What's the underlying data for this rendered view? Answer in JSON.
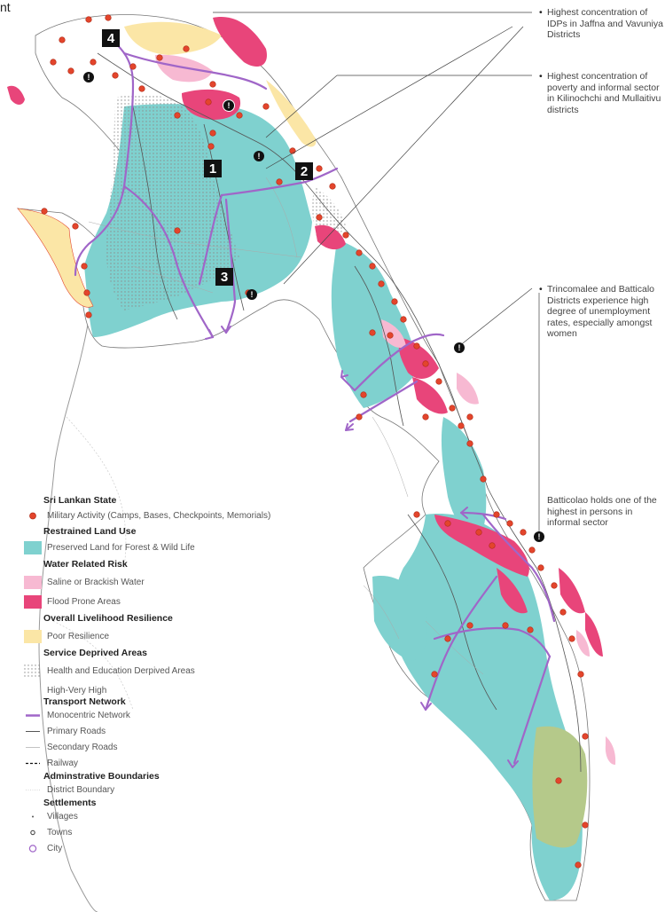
{
  "page": {
    "corner_fragment": "nt"
  },
  "annotations": [
    {
      "id": "idp",
      "lines": [
        "Highest concentration of",
        "IDPs in Jaffna and Vavuniya",
        "Districts"
      ]
    },
    {
      "id": "poverty",
      "lines": [
        "Highest concentration of",
        "poverty and informal sector",
        "in Kilinochchi and Mullaitivu",
        "districts"
      ]
    },
    {
      "id": "unemployment",
      "lines": [
        "Trincomalee and Batticalo",
        "Districts experience high",
        "degree of unemployment",
        "rates, especially amongst",
        "women"
      ]
    },
    {
      "id": "informal",
      "lines": [
        "Batticolao holds one of the",
        "highest in persons in",
        "informal sector"
      ]
    }
  ],
  "markers": [
    "1",
    "2",
    "3",
    "4"
  ],
  "alert_icon_glyph": "!",
  "legend": {
    "sections": [
      {
        "heading": "Sri Lankan State",
        "items": [
          {
            "label": "Military Activity (Camps, Bases, Checkpoints, Memorials)",
            "symbol": "military-dot",
            "color": "#e3452c"
          }
        ]
      },
      {
        "heading": "Restrained Land Use",
        "items": [
          {
            "label": "Preserved Land for Forest & Wild Life",
            "symbol": "fill",
            "color": "#7fd1cf"
          }
        ]
      },
      {
        "heading": "Water Related Risk",
        "items": [
          {
            "label": "Saline or Brackish Water",
            "symbol": "fill",
            "color": "#f7b9d2"
          },
          {
            "label": "Flood Prone Areas",
            "symbol": "fill",
            "color": "#e8457a"
          }
        ]
      },
      {
        "heading": "Overall Livelihood Resilience",
        "items": [
          {
            "label": "Poor Resilience",
            "symbol": "fill",
            "color": "#fbe6a6"
          }
        ]
      },
      {
        "heading": "Service Deprived Areas",
        "items": [
          {
            "label": "Health and Education Derpived Areas",
            "symbol": "dots",
            "color": "#9a9a9a"
          },
          {
            "label": "High-Very High",
            "symbol": "none",
            "color": ""
          }
        ]
      },
      {
        "heading": "Transport Network",
        "items": [
          {
            "label": "Monocentric Network",
            "symbol": "purple-line",
            "color": "#a066c8"
          },
          {
            "label": "Primary Roads",
            "symbol": "thin-line",
            "color": "#555555"
          },
          {
            "label": "Secondary Roads",
            "symbol": "faint-line",
            "color": "#aaaaaa"
          },
          {
            "label": "Railway",
            "symbol": "rail",
            "color": "#111111"
          }
        ]
      },
      {
        "heading": "Adminstrative Boundaries",
        "items": [
          {
            "label": "District Boundary",
            "symbol": "boundary",
            "color": "#cccccc"
          }
        ]
      },
      {
        "heading": "Settlements",
        "items": [
          {
            "label": "Villages",
            "symbol": "village",
            "color": "#555555"
          },
          {
            "label": "Towns",
            "symbol": "town",
            "color": "#333333"
          },
          {
            "label": "City",
            "symbol": "city",
            "color": "#a066c8"
          }
        ]
      }
    ]
  },
  "colors": {
    "forest": "#7fd1cf",
    "flood": "#e8457a",
    "saline": "#f7b9d2",
    "poor_resilience": "#fbe6a6",
    "military": "#e3452c",
    "network": "#a066c8",
    "olive_area": "#b5c98a"
  }
}
